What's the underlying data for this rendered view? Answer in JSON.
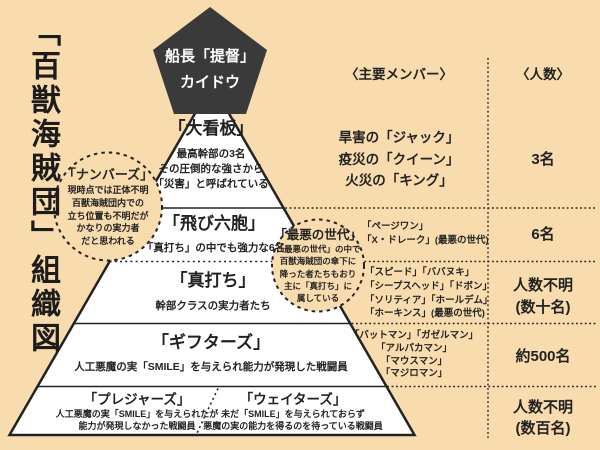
{
  "page": {
    "vertical_title": "「百獣海賊団」組織図",
    "colors": {
      "background": "#f8dcad",
      "pentagon": "#3a3a3a",
      "pyramid_fill": "#ffffff",
      "line": "#222222",
      "pentagon_text": "#ffffff"
    }
  },
  "captain": {
    "role_line": "船長「提督」",
    "name": "カイドウ"
  },
  "pyramid": {
    "levels": [
      {
        "name": "「大看板」",
        "desc": [
          "最高幹部の3名",
          "その圧倒的な強さから",
          "「災害」と呼ばれている"
        ]
      },
      {
        "name": "「飛び六胞」",
        "desc": [
          "「真打ち」の中でも強力な6名"
        ]
      },
      {
        "name": "「真打ち」",
        "desc": [
          "幹部クラスの実力者たち"
        ]
      },
      {
        "name": "「ギフターズ」",
        "desc": [
          "人工悪魔の実「SMILE」を与えられ能力が発現した戦闘員"
        ]
      },
      {
        "name": "「プレジャーズ」",
        "desc": [
          "人工悪魔の実「SMILE」を与えられたが",
          "能力が発現しなかった戦闘員"
        ]
      },
      {
        "name": "「ウェイターズ」",
        "desc": [
          "未だ「SMILE」を与えられておらず",
          "悪魔の実の能力を得るのを待っている戦闘員"
        ]
      }
    ]
  },
  "bubbles": {
    "numbers": {
      "name": "「ナンバーズ」",
      "desc": [
        "現時点では正体不明",
        "百獣海賊団内での",
        "立ち位置も不明だが",
        "かなりの実力者",
        "だと思われる"
      ]
    },
    "worst_generation": {
      "name": "「最悪の世代」",
      "desc": [
        "「最悪の世代」の中で",
        "百獣海賊団の傘下に",
        "降った者たちもおり",
        "主に「真打ち」に",
        "属している"
      ]
    }
  },
  "table": {
    "members_header": "〈主要メンバー〉",
    "count_header": "〈人数〉",
    "rows": [
      {
        "members": [
          "旱害の「ジャック」",
          "疫災の「クイーン」",
          "火災の「キング」"
        ],
        "count": [
          "3名"
        ]
      },
      {
        "members": [
          "「ページワン」",
          "「X・ドレーク」(最悪の世代)"
        ],
        "count": [
          "6名"
        ]
      },
      {
        "members": [
          "「スピード」「ババヌキ」",
          "「シープスヘッド」「ドボン」",
          "「ソリティア」「ホールデム」",
          "「ホーキンス」(最悪の世代)"
        ],
        "count": [
          "人数不明",
          "(数十名)"
        ]
      },
      {
        "members": [
          "「バットマン」「ガゼルマン」",
          "「アルパカマン」",
          "「マウスマン」",
          "「マジロマン」"
        ],
        "count": [
          "約500名"
        ]
      },
      {
        "members": [],
        "count": [
          "人数不明",
          "(数百名)"
        ]
      }
    ]
  }
}
